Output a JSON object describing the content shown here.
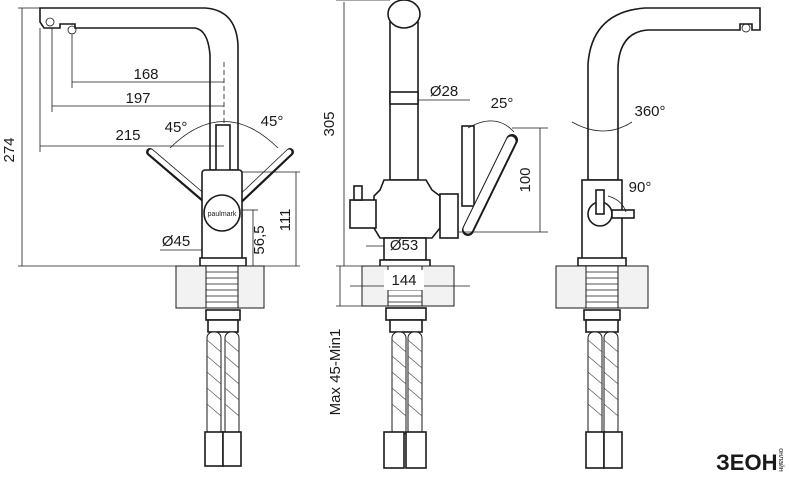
{
  "dimensions": {
    "side_left": {
      "height_total": "274",
      "reach_168": "168",
      "reach_197": "197",
      "reach_215": "215",
      "angle_left": "45°",
      "angle_right": "45°",
      "base_diameter": "Ø45",
      "height_56_5": "56,5",
      "height_111": "111"
    },
    "front": {
      "height_305": "305",
      "spout_diameter": "Ø28",
      "handle_angle": "25°",
      "height_100": "100",
      "body_diameter": "Ø53",
      "base_width": "144",
      "counter_thickness": "Max 45-Min1"
    },
    "side_right": {
      "rotation": "360°",
      "filter_angle": "90°"
    }
  },
  "brand": {
    "faucet_logo": "paulmark",
    "watermark_main": "ЗЕОН",
    "watermark_sub": "онлайн"
  }
}
